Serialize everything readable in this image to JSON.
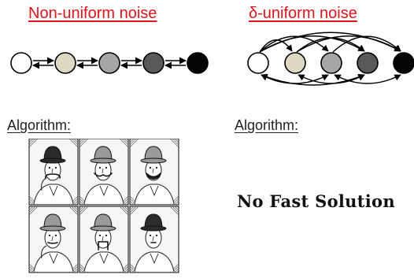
{
  "left_panel": {
    "title": "Non-uniform noise",
    "algorithm_label": "Algorithm:"
  },
  "right_panel": {
    "title": "δ-uniform noise",
    "algorithm_label": "Algorithm:",
    "result_text": "No Fast Solution"
  },
  "states": [
    {
      "fill": "#ffffff"
    },
    {
      "fill": "#ddd8c2"
    },
    {
      "fill": "#a6a6a6"
    },
    {
      "fill": "#595959"
    },
    {
      "fill": "#050505"
    }
  ],
  "colors": {
    "title": "#e0141b",
    "stroke": "#000000"
  },
  "portrait_grid": {
    "rows": 2,
    "cols": 3,
    "icon": "mustached-gentleman-portrait"
  }
}
